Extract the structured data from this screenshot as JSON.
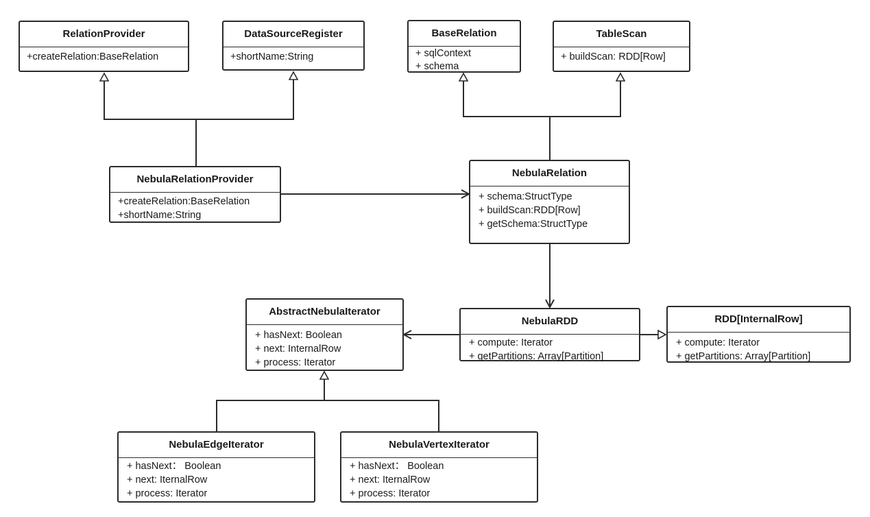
{
  "classes": {
    "relation_provider": {
      "name": "RelationProvider",
      "members": [
        "+createRelation:BaseRelation"
      ]
    },
    "datasource_register": {
      "name": "DataSourceRegister",
      "members": [
        "+shortName:String"
      ]
    },
    "base_relation": {
      "name": "BaseRelation",
      "members": [
        "+ sqlContext",
        "+ schema"
      ]
    },
    "table_scan": {
      "name": "TableScan",
      "members": [
        "+ buildScan: RDD[Row]"
      ]
    },
    "nebula_relation_provider": {
      "name": "NebulaRelationProvider",
      "members": [
        "+createRelation:BaseRelation",
        "+shortName:String"
      ]
    },
    "nebula_relation": {
      "name": "NebulaRelation",
      "members": [
        "+ schema:StructType",
        "+ buildScan:RDD[Row]",
        "+ getSchema:StructType"
      ]
    },
    "abstract_nebula_iterator": {
      "name": "AbstractNebulaIterator",
      "members": [
        "+ hasNext: Boolean",
        "+ next: InternalRow",
        "+ process: Iterator"
      ]
    },
    "nebula_rdd": {
      "name": "NebulaRDD",
      "members": [
        "+ compute: Iterator",
        "+ getPartitions: Array[Partition]"
      ]
    },
    "rdd_internal_row": {
      "name": "RDD[InternalRow]",
      "members": [
        "+ compute: Iterator",
        "+ getPartitions: Array[Partition]"
      ]
    },
    "nebula_edge_iterator": {
      "name": "NebulaEdgeIterator",
      "members": [
        "+ hasNext： Boolean",
        "+ next: IternalRow",
        "+ process: Iterator"
      ]
    },
    "nebula_vertex_iterator": {
      "name": "NebulaVertexIterator",
      "members": [
        "+ hasNext： Boolean",
        "+ next: IternalRow",
        "+ process: Iterator"
      ]
    }
  },
  "colors": {
    "line": "#2b2b2b",
    "background": "#ffffff"
  }
}
